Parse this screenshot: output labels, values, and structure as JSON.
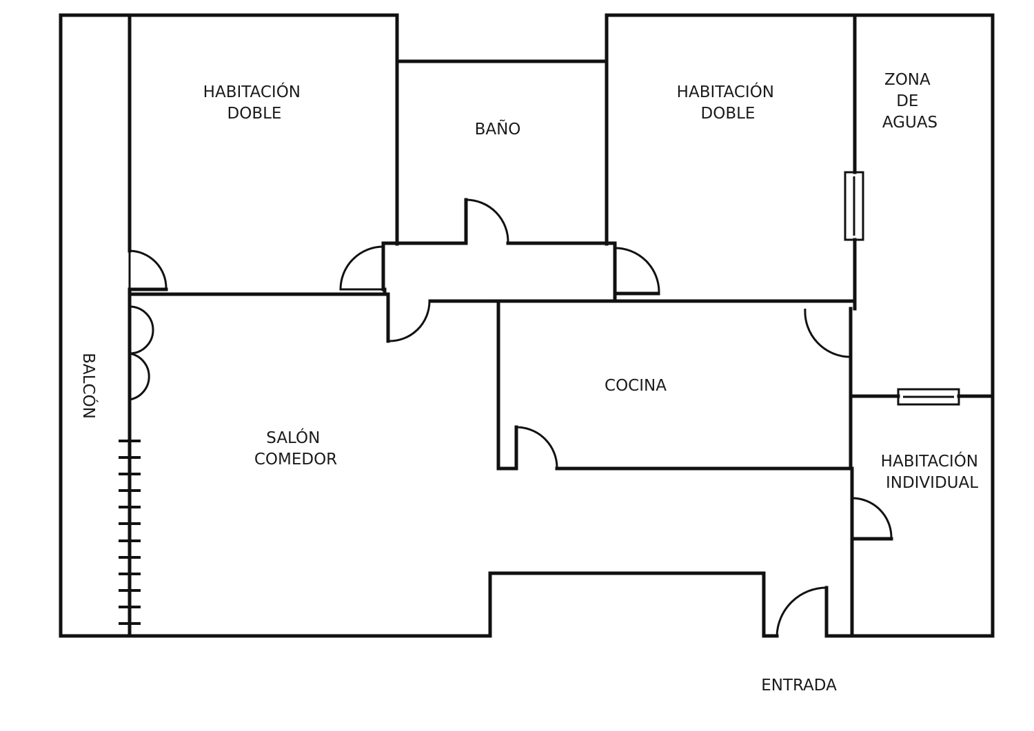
{
  "colors": {
    "wall": "#111111",
    "background": "#ffffff",
    "text": "#1a1a1a"
  },
  "rooms": {
    "bedroom_left": [
      "HABITACIÓN",
      "DOBLE"
    ],
    "bathroom": [
      "BAÑO"
    ],
    "bedroom_right": [
      "HABITACIÓN",
      "DOBLE"
    ],
    "laundry": [
      "ZONA",
      "DE",
      "AGUAS"
    ],
    "kitchen": [
      "COCINA"
    ],
    "living": [
      "SALÓN",
      "COMEDOR"
    ],
    "single_room": [
      "HABITACIÓN",
      "INDIVIDUAL"
    ],
    "balcony": [
      "BALCÓN"
    ]
  },
  "entrance": "ENTRADA"
}
